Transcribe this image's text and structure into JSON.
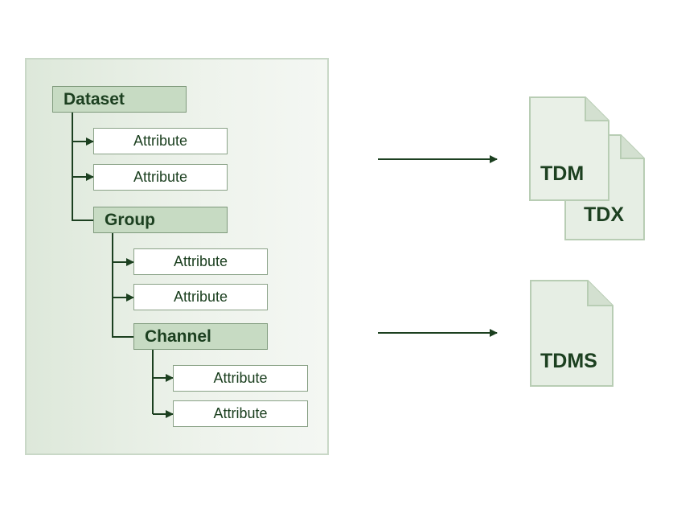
{
  "tree": {
    "dataset": {
      "label": "Dataset",
      "attributes": [
        "Attribute",
        "Attribute"
      ]
    },
    "group": {
      "label": "Group",
      "attributes": [
        "Attribute",
        "Attribute"
      ]
    },
    "channel": {
      "label": "Channel",
      "attributes": [
        "Attribute",
        "Attribute"
      ]
    }
  },
  "formats": {
    "tdm": "TDM",
    "tdx": "TDX",
    "tdms": "TDMS"
  },
  "colors": {
    "line": "#1c4020",
    "node_fill": "#c7dbc3",
    "doc_fill": "#e6eee4",
    "doc_border": "#b8cdb4"
  }
}
